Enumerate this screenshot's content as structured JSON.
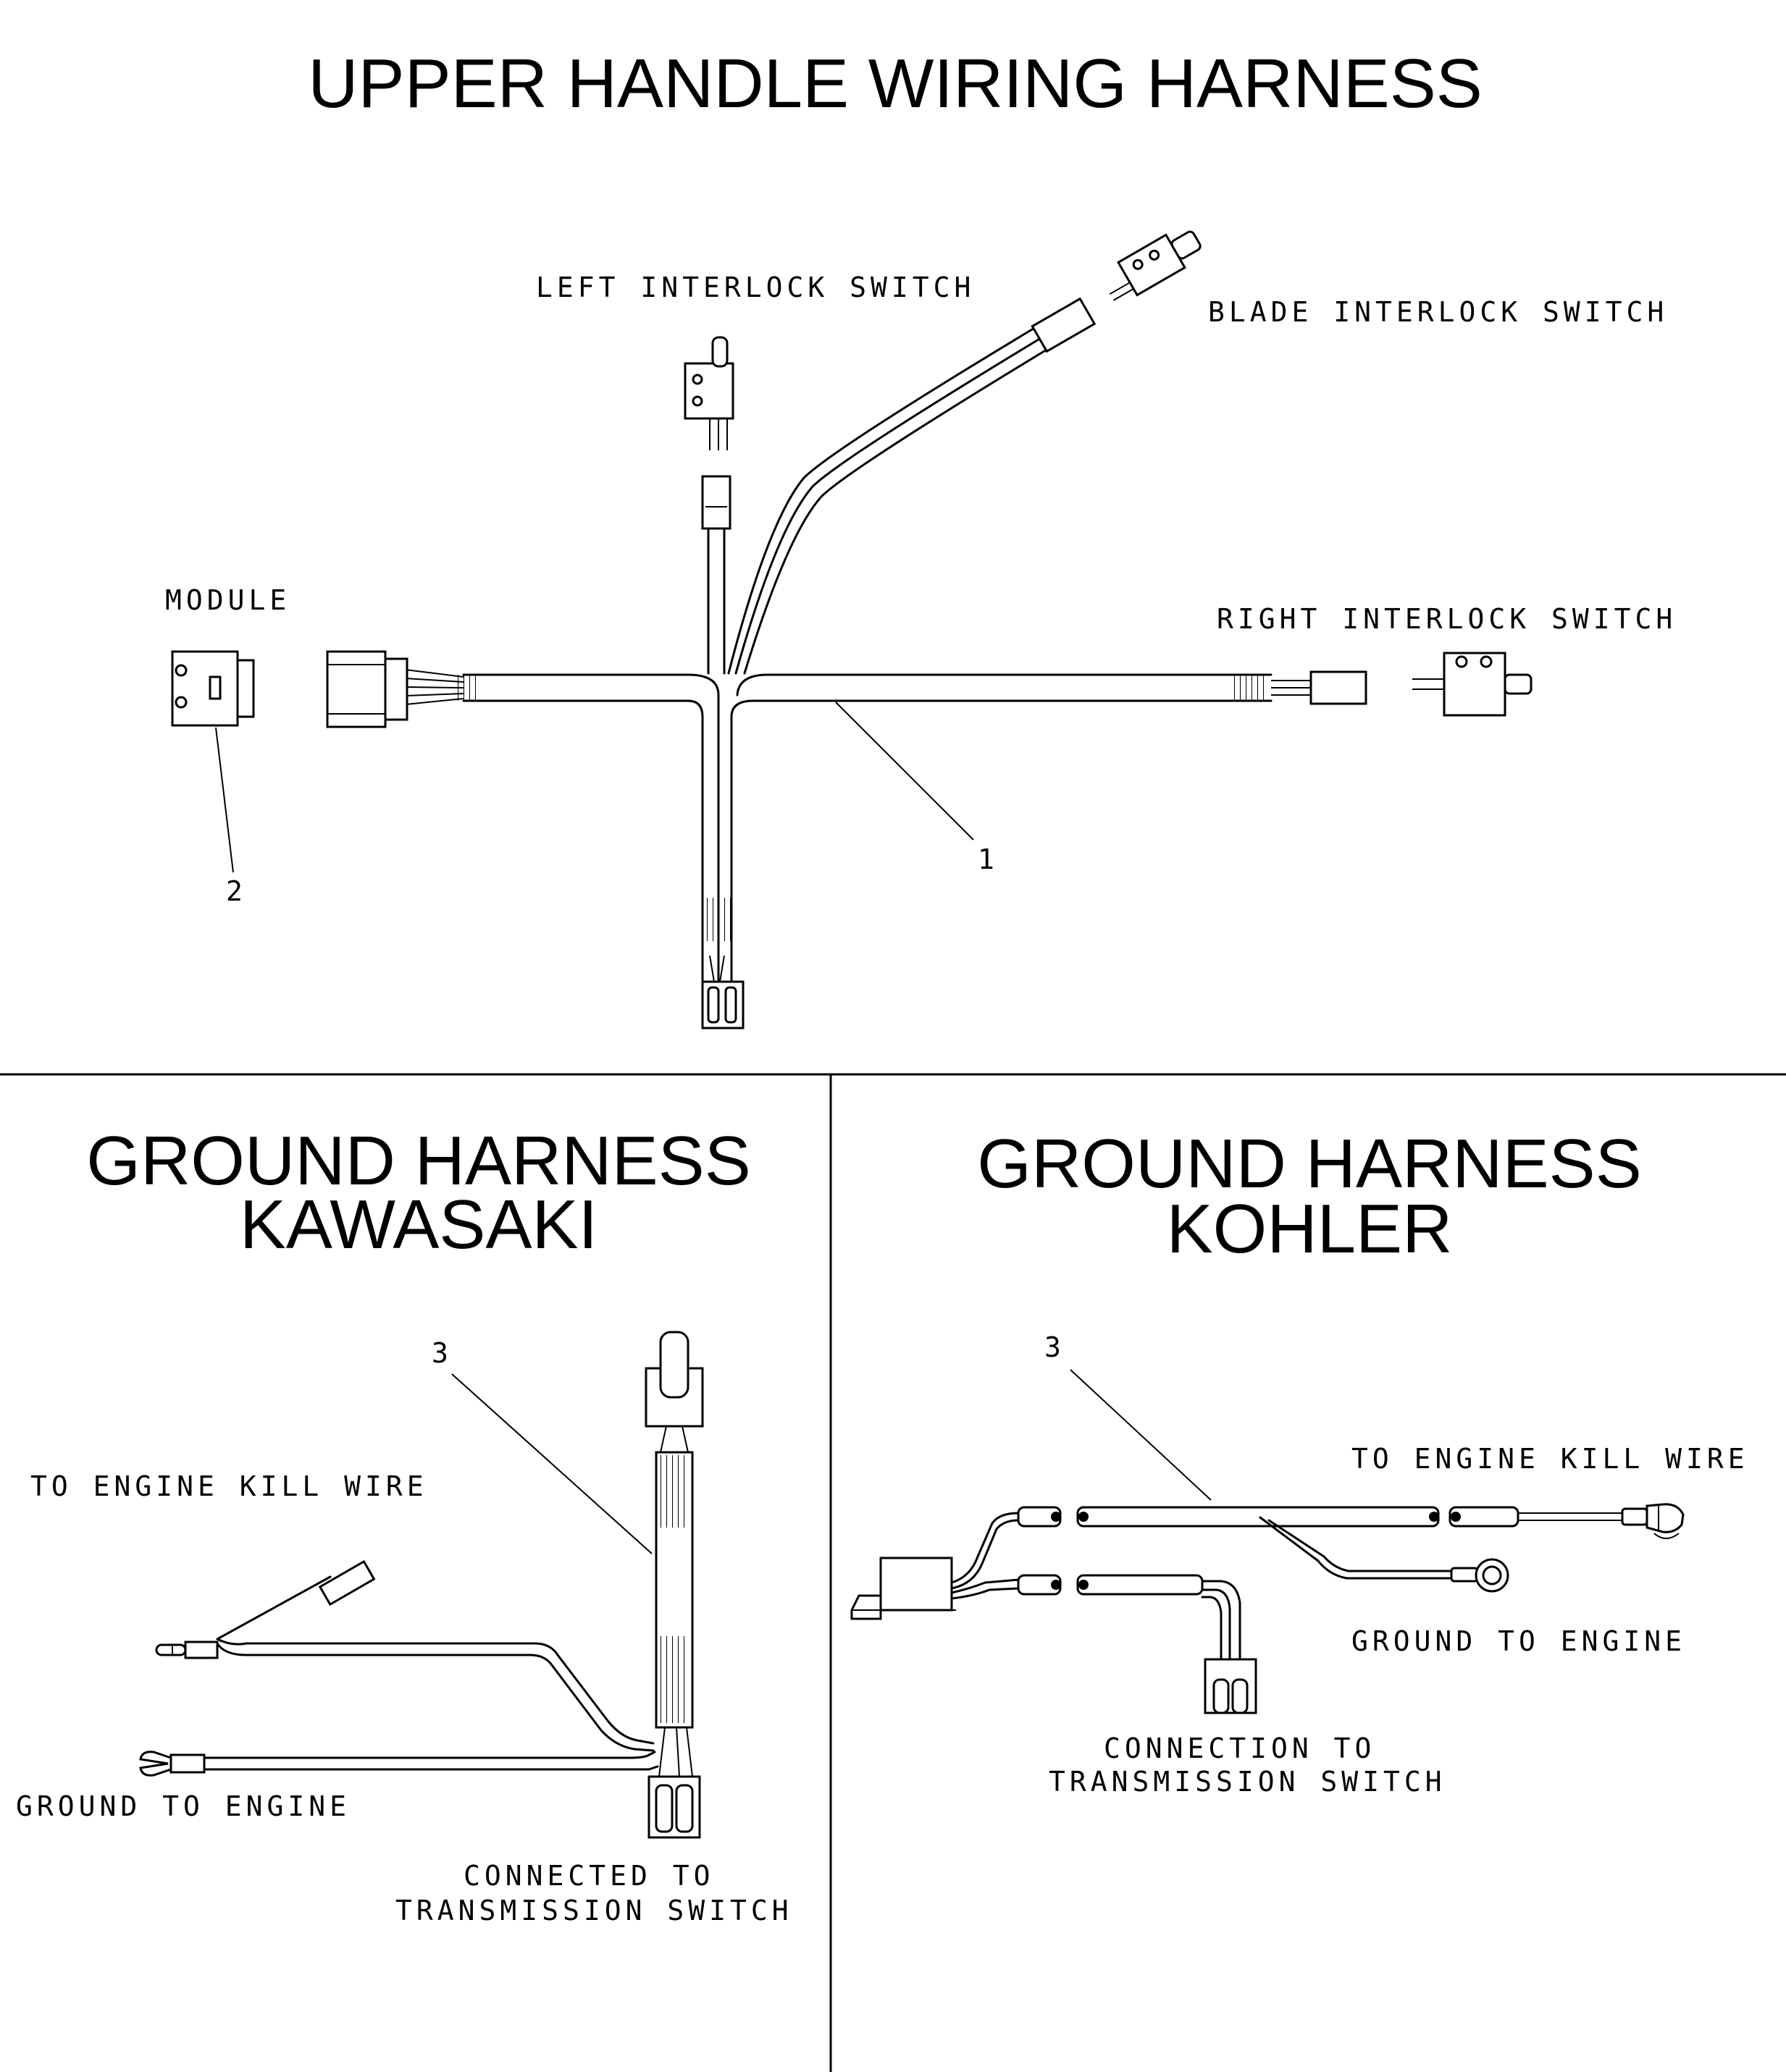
{
  "sections": {
    "upper": {
      "title": "UPPER HANDLE WIRING HARNESS",
      "labels": {
        "left_interlock": "LEFT INTERLOCK SWITCH",
        "blade_interlock": "BLADE INTERLOCK SWITCH",
        "right_interlock": "RIGHT INTERLOCK SWITCH",
        "module": "MODULE"
      },
      "callouts": {
        "harness": "1",
        "module": "2"
      }
    },
    "kawasaki": {
      "title_line1": "GROUND HARNESS",
      "title_line2": "KAWASAKI",
      "labels": {
        "engine_kill": "TO ENGINE KILL WIRE",
        "ground": "GROUND TO ENGINE",
        "conn_line1": "CONNECTED TO",
        "conn_line2": "TRANSMISSION SWITCH"
      },
      "callout": "3"
    },
    "kohler": {
      "title_line1": "GROUND HARNESS",
      "title_line2": "KOHLER",
      "labels": {
        "engine_kill": "TO ENGINE KILL WIRE",
        "ground": "GROUND TO ENGINE",
        "conn_line1": "CONNECTION TO",
        "conn_line2": "TRANSMISSION SWITCH"
      },
      "callout": "3"
    }
  }
}
